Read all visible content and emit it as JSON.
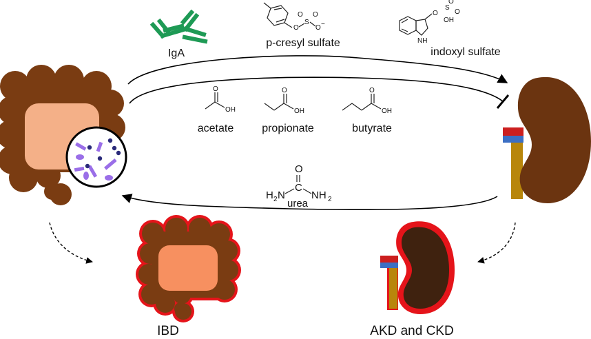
{
  "top_arrow_molecules": {
    "iga": "IgA",
    "pcresyl": "p-cresyl sulfate",
    "indoxyl": "indoxyl sulfate"
  },
  "inhibit_molecules": {
    "acetate": "acetate",
    "propionate": "propionate",
    "butyrate": "butyrate"
  },
  "return_molecule": {
    "name": "urea",
    "atoms": {
      "carbon": "C",
      "oxygen": "O",
      "h2n": "H",
      "h2n_sub": "2",
      "h2n_n": "N",
      "nh2": "NH",
      "nh2_sub": "2"
    }
  },
  "chem_atoms": {
    "o": "O",
    "s": "S",
    "oh": "OH",
    "ominus": "O",
    "minus": "−",
    "nh": "NH"
  },
  "outcomes": {
    "intestine": "IBD",
    "kidney": "AKD and CKD"
  },
  "colors": {
    "colon_brown": "#7a3c12",
    "colon_inner": "#f4b088",
    "colon_inner_disease": "#f79060",
    "kidney_brown": "#6b3410",
    "kidney_dark": "#3f220f",
    "inflamed_red": "#e5141a",
    "iga_green": "#1e9a55",
    "bacteria_purple": "#9a6ee8",
    "bacteria_navy": "#2a2a7a",
    "artery_red": "#cc1f1f",
    "vein_blue": "#3b6fc4",
    "ureter_gold": "#b8860b"
  }
}
